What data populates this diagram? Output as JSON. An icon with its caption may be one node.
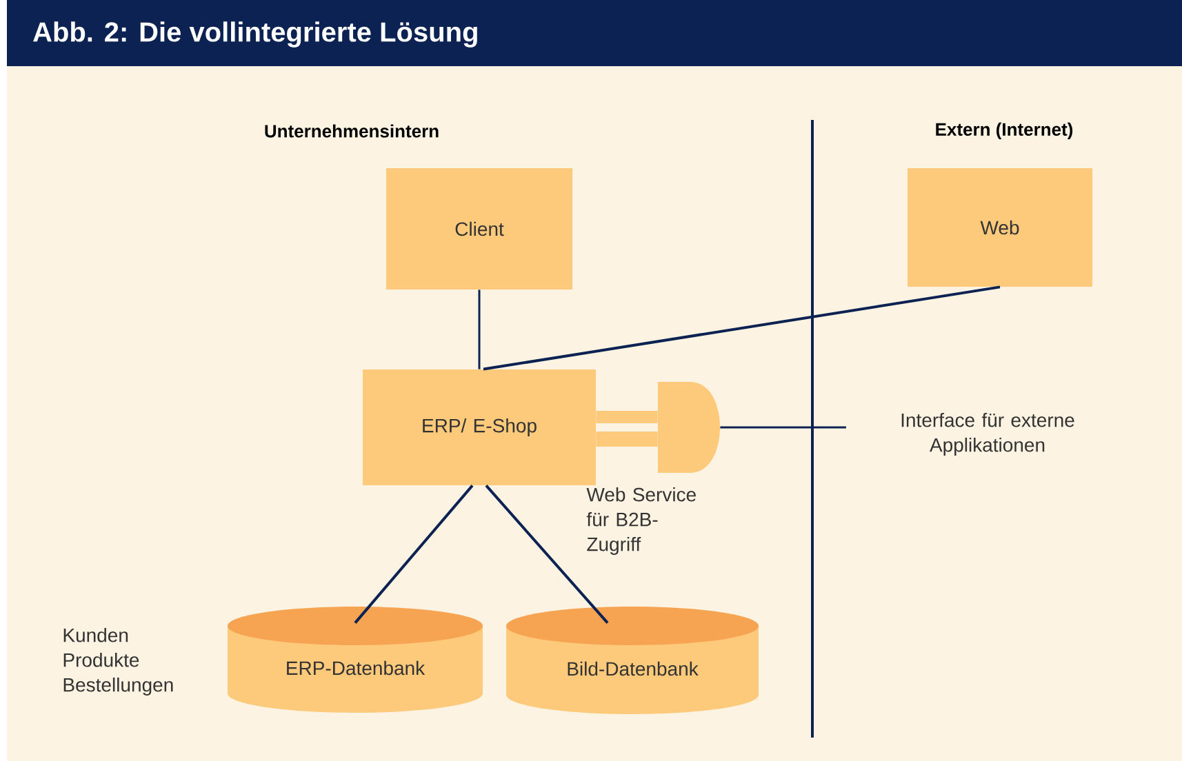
{
  "diagram": {
    "title": "Abb. 2: Die vollintegrierte Lösung",
    "nodes": [
      {
        "text": [
          "Client"
        ]
      },
      {
        "text": [
          "Web"
        ]
      },
      {
        "text": [
          "ERP/ E-Shop"
        ]
      },
      {
        "text": [],
        "shape": "box"
      },
      {
        "text": [
          "Interface für externe Applikationen"
        ]
      },
      {
        "text": [
          "ERP-Datenbank"
        ],
        "beside": [
          "Kunden Produkte Bestellungen"
        ]
      },
      {
        "text": [
          "Bild-Datenbank"
        ]
      }
    ],
    "edges": [
      {
        "from": 0,
        "to": 2,
        "arrow": "none"
      },
      {
        "from": 1,
        "to": 2,
        "arrow": "none"
      },
      {
        "from": 2,
        "to": 3,
        "arrow": "none",
        "style": "thick",
        "color": "#fdc97a"
      },
      {
        "from": 3,
        "to": 4,
        "arrow": "none"
      },
      {
        "from": 2,
        "to": 5,
        "arrow": "none"
      },
      {
        "from": 2,
        "to": 6,
        "arrow": "none"
      }
    ],
    "labels": [
      "Unternehmensintern",
      "Extern (Internet)",
      "Web Service für B2B-Zugriff"
    ]
  }
}
